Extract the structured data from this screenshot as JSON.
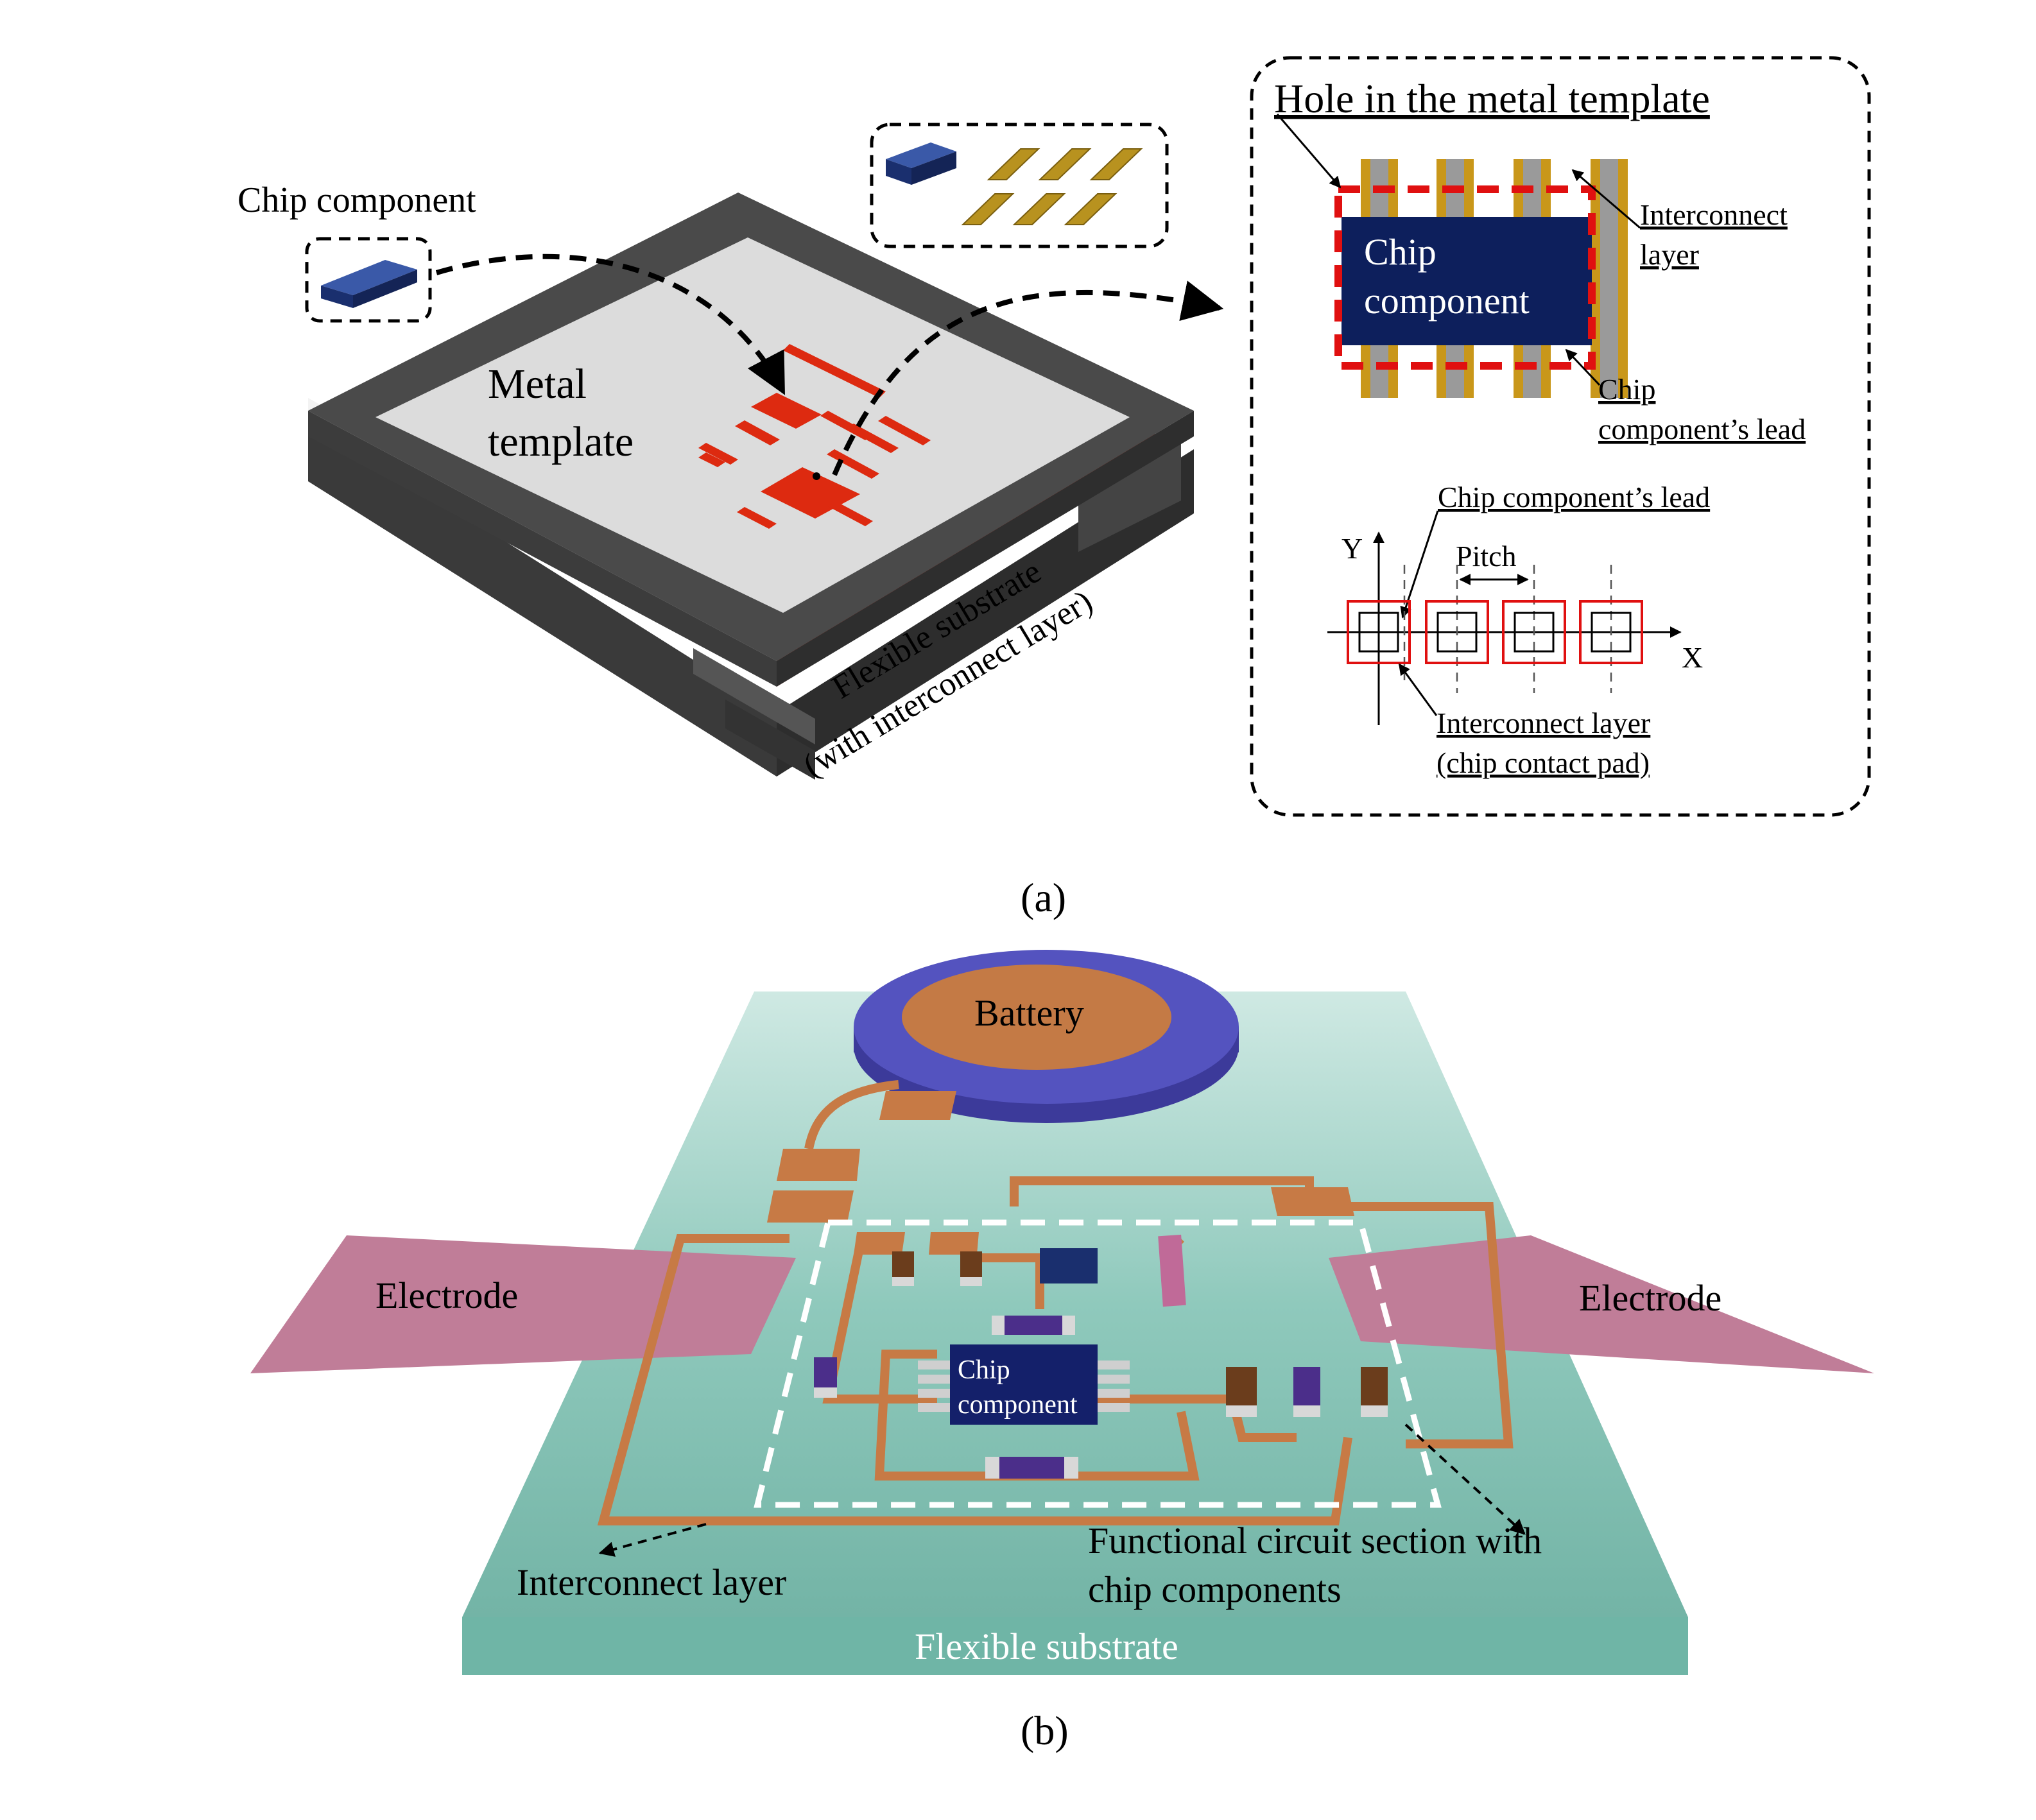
{
  "panel_a": {
    "caption": "(a)",
    "chip_component_label": "Chip component",
    "metal_template_label_line1": "Metal",
    "metal_template_label_line2": "template",
    "flexible_substrate_label_line1": "Flexible substrate",
    "flexible_substrate_label_line2": "(with interconnect layer)",
    "inset": {
      "title": "Hole in the metal template",
      "chip_line1": "Chip",
      "chip_line2": "component",
      "interconnect_line1": "Interconnect",
      "interconnect_line2": "layer",
      "lead_line1": "Chip",
      "lead_line2": "component’s lead",
      "lead_label_bottom": "Chip component’s lead",
      "pitch_label": "Pitch",
      "y_axis": "Y",
      "x_axis": "X",
      "pad_line1": "Interconnect layer",
      "pad_line2": "(chip contact pad)"
    }
  },
  "panel_b": {
    "caption": "(b)",
    "battery": "Battery",
    "electrode_left": "Electrode",
    "electrode_right": "Electrode",
    "chip_line1": "Chip",
    "chip_line2": "component",
    "interconnect_layer": "Interconnect layer",
    "functional_line1": "Functional circuit section with",
    "functional_line2": "chip components",
    "flexible_substrate": "Flexible substrate"
  },
  "colors": {
    "template_frame": "#4a4a4a",
    "template_surface": "#dcdcdc",
    "holes": "#dd2a10",
    "chip": "#1a2f6e",
    "lead_gold": "#c9971a",
    "substrate": "#7fbfb0",
    "trace": "#c77a45",
    "electrode": "#c07d98",
    "battery_ring": "#4b4ab0",
    "battery_top": "#c47a45"
  }
}
